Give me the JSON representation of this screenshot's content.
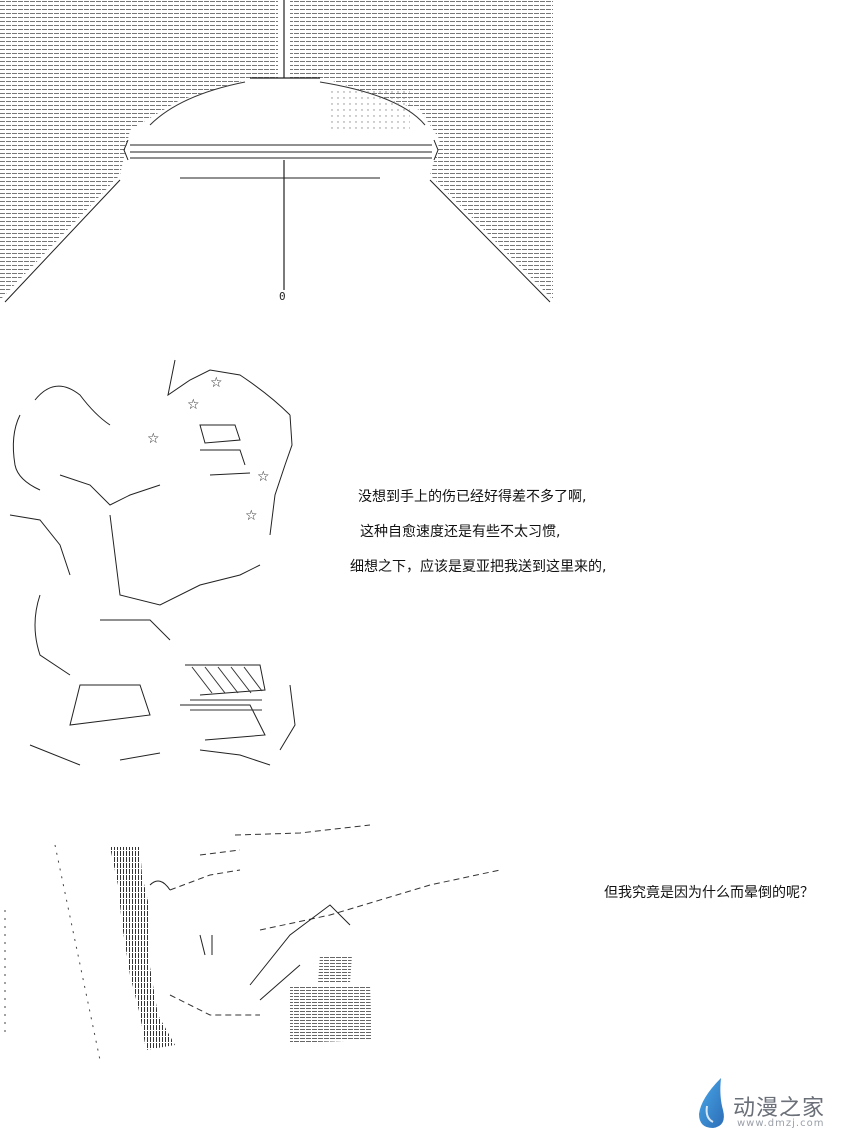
{
  "scene1": {
    "counter_label": "0"
  },
  "dialogue1": {
    "lines": [
      "没想到手上的伤已经好得差不多了啊,",
      "这种自愈速度还是有些不太习惯,",
      "细想之下，应该是夏亚把我送到这里来的,"
    ]
  },
  "dialogue2": {
    "line": "但我究竟是因为什么而晕倒的呢？"
  },
  "watermark": {
    "brand": "动漫之家",
    "url": "www.dmzj.com",
    "icon": "droplet-logo-icon"
  }
}
